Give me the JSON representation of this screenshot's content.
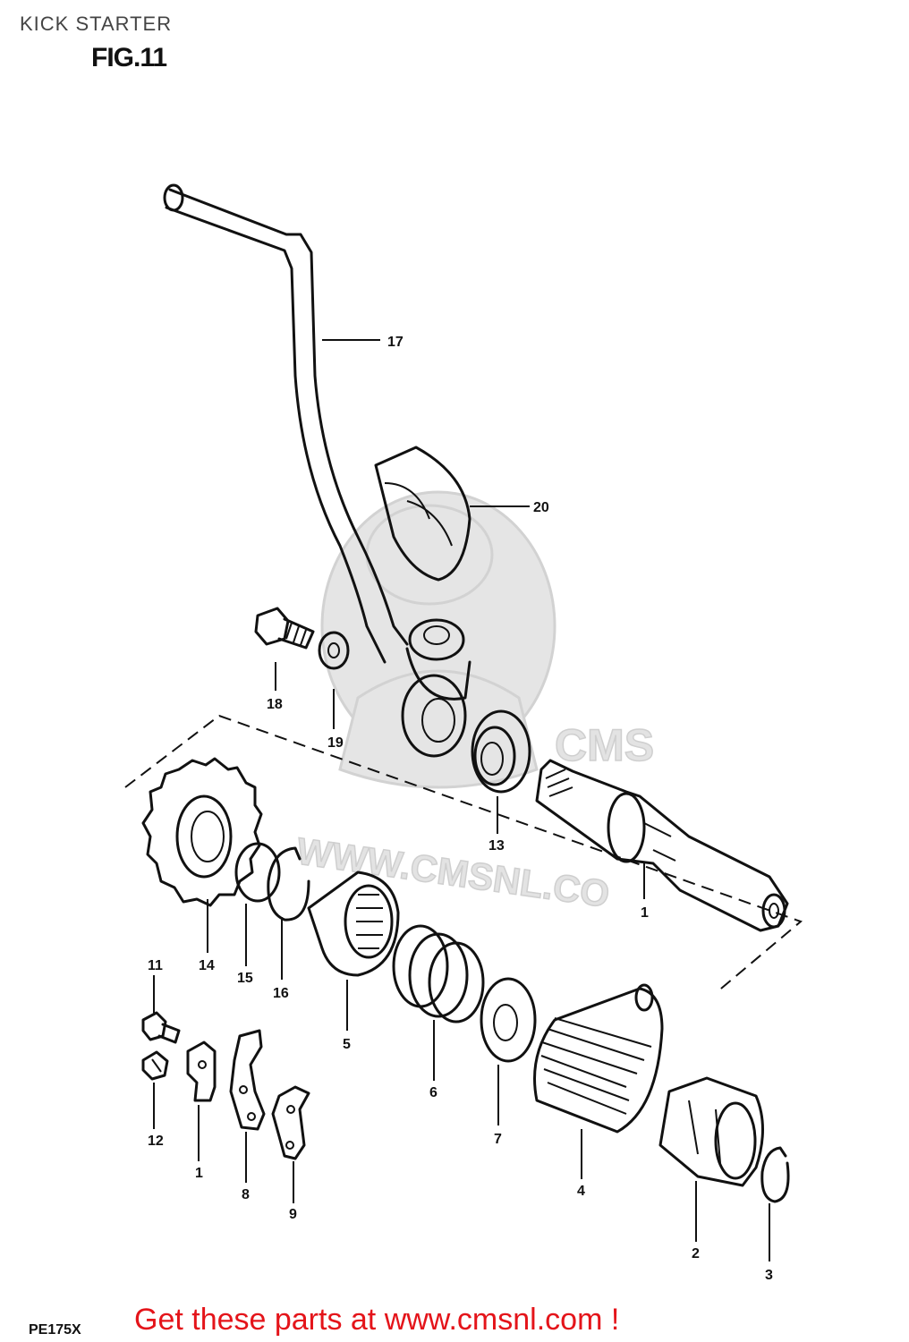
{
  "header": {
    "title": "KICK STARTER",
    "figure": "FIG.11"
  },
  "footer": {
    "model": "PE175X",
    "cta": "Get these parts at www.cmsnl.com !"
  },
  "watermark": {
    "text": "WWW.CMSNL.CO"
  },
  "callouts": {
    "c17": "17",
    "c20": "20",
    "c18": "18",
    "c19": "19",
    "c13": "13",
    "c1a": "1",
    "c14": "14",
    "c15": "15",
    "c16": "16",
    "c11": "11",
    "c12": "12",
    "c1b": "1",
    "c8": "8",
    "c9": "9",
    "c5": "5",
    "c6": "6",
    "c7": "7",
    "c4": "4",
    "c2": "2",
    "c3": "3"
  },
  "colors": {
    "cta": "#e4141a",
    "ink": "#111111",
    "watermark": "#e3e3e3"
  }
}
